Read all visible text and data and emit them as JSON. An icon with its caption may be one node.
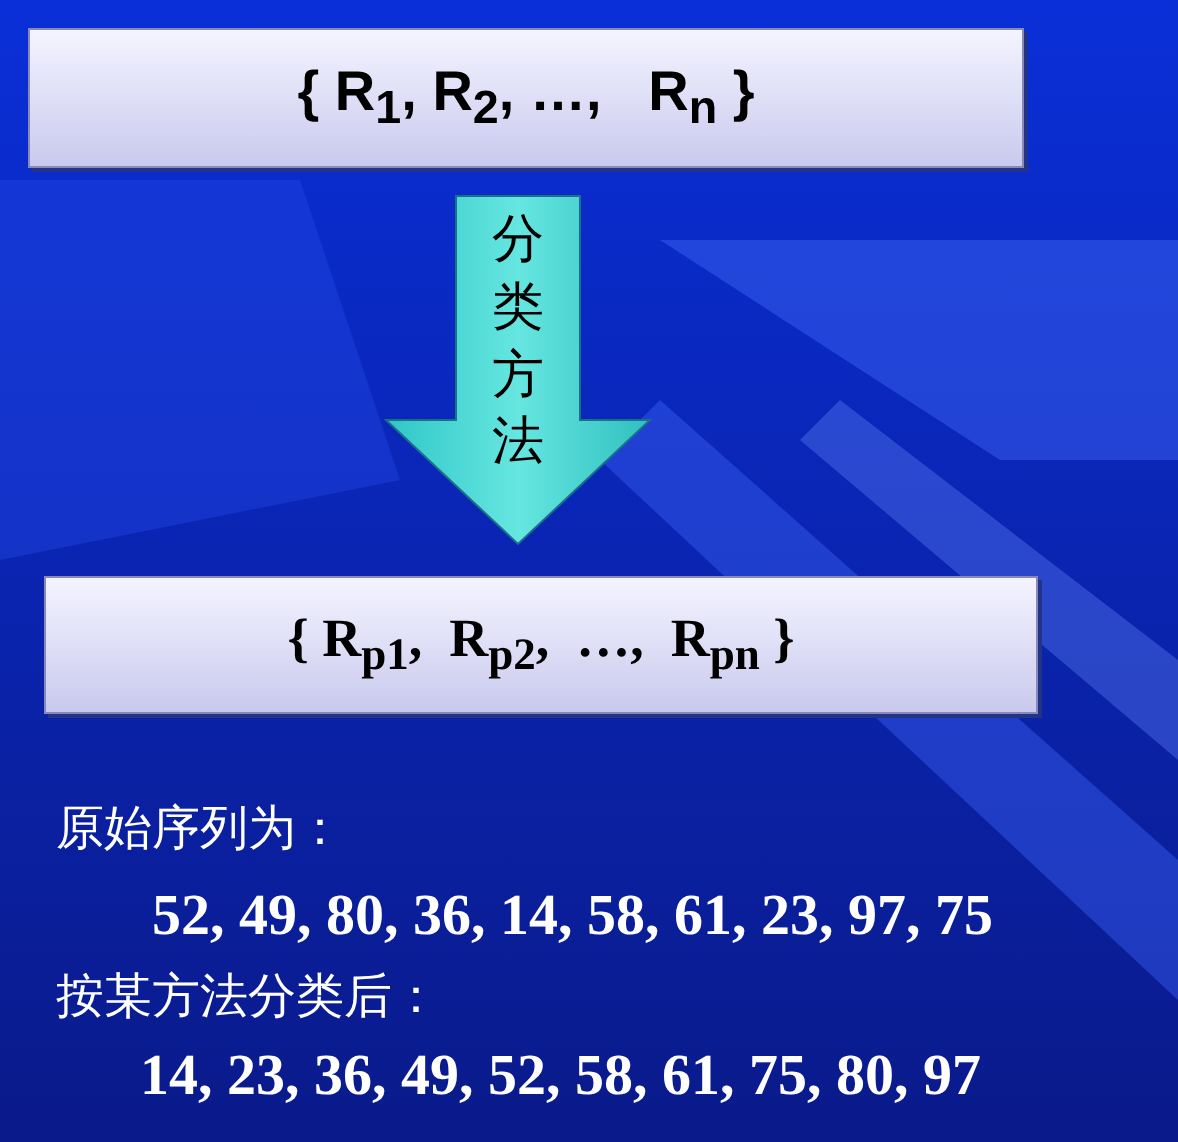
{
  "diagram": {
    "nodes": [
      {
        "text": [
          "{ R$_{1}$, R$_{2}$, …,   R$_{n}$ }"
        ]
      },
      {
        "text": [
          "{ R$_{p1}$,  R$_{p2}$,  …,  R$_{pn}$ }"
        ]
      }
    ],
    "edges": [
      {
        "from": 0,
        "to": 1,
        "arrow": "to",
        "label": "分类方法"
      }
    ],
    "labels": [
      "原始序列为：",
      "52, 49, 80, 36, 14, 58, 61, 23, 97, 75",
      "按某方法分类后：",
      "14, 23, 36, 49, 52, 58, 61, 75, 80, 97"
    ]
  }
}
